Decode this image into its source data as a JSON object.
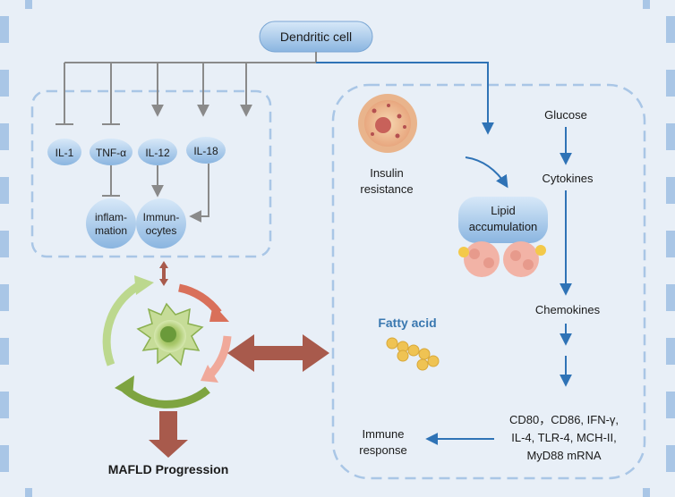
{
  "top": {
    "label": "Dendritic cell"
  },
  "left_box": {
    "cytokines": [
      {
        "id": "il1",
        "label": "IL-1",
        "effect": "inhibit"
      },
      {
        "id": "tnf",
        "label": "TNF-α",
        "effect": "inhibit"
      },
      {
        "id": "il12",
        "label": "IL-12",
        "effect": "activate"
      },
      {
        "id": "il18",
        "label": "IL-18",
        "effect": "activate"
      }
    ],
    "inflammation": {
      "line1": "inflam-",
      "line2": "mation"
    },
    "immunocytes": {
      "line1": "Immun-",
      "line2": "ocytes"
    }
  },
  "bottom_left": {
    "label": "MAFLD Progression"
  },
  "right_box": {
    "insulin": {
      "line1": "Insulin",
      "line2": "resistance"
    },
    "lipid": {
      "line1": "Lipid",
      "line2": "accumulation"
    },
    "fatty_acid": "Fatty acid",
    "chain": [
      "Glucose",
      "Cytokines",
      "Chemokines"
    ],
    "markers": {
      "line1": "CD80，CD86, IFN-γ,",
      "line2": "IL-4, TLR-4, MCH-II,",
      "line3": "MyD88 mRNA"
    },
    "immune": {
      "line1": "Immune",
      "line2": "response"
    }
  },
  "colors": {
    "background": "#e8eff7",
    "side_stripes": "#a9c6e6",
    "ellipse_fill": "#8fb8e3",
    "line_gray": "#8a8a8a",
    "arrow_blue": "#2f73b6",
    "arrow_brown": "#a85a4c",
    "fatty_acid_text": "#3a78b0"
  }
}
